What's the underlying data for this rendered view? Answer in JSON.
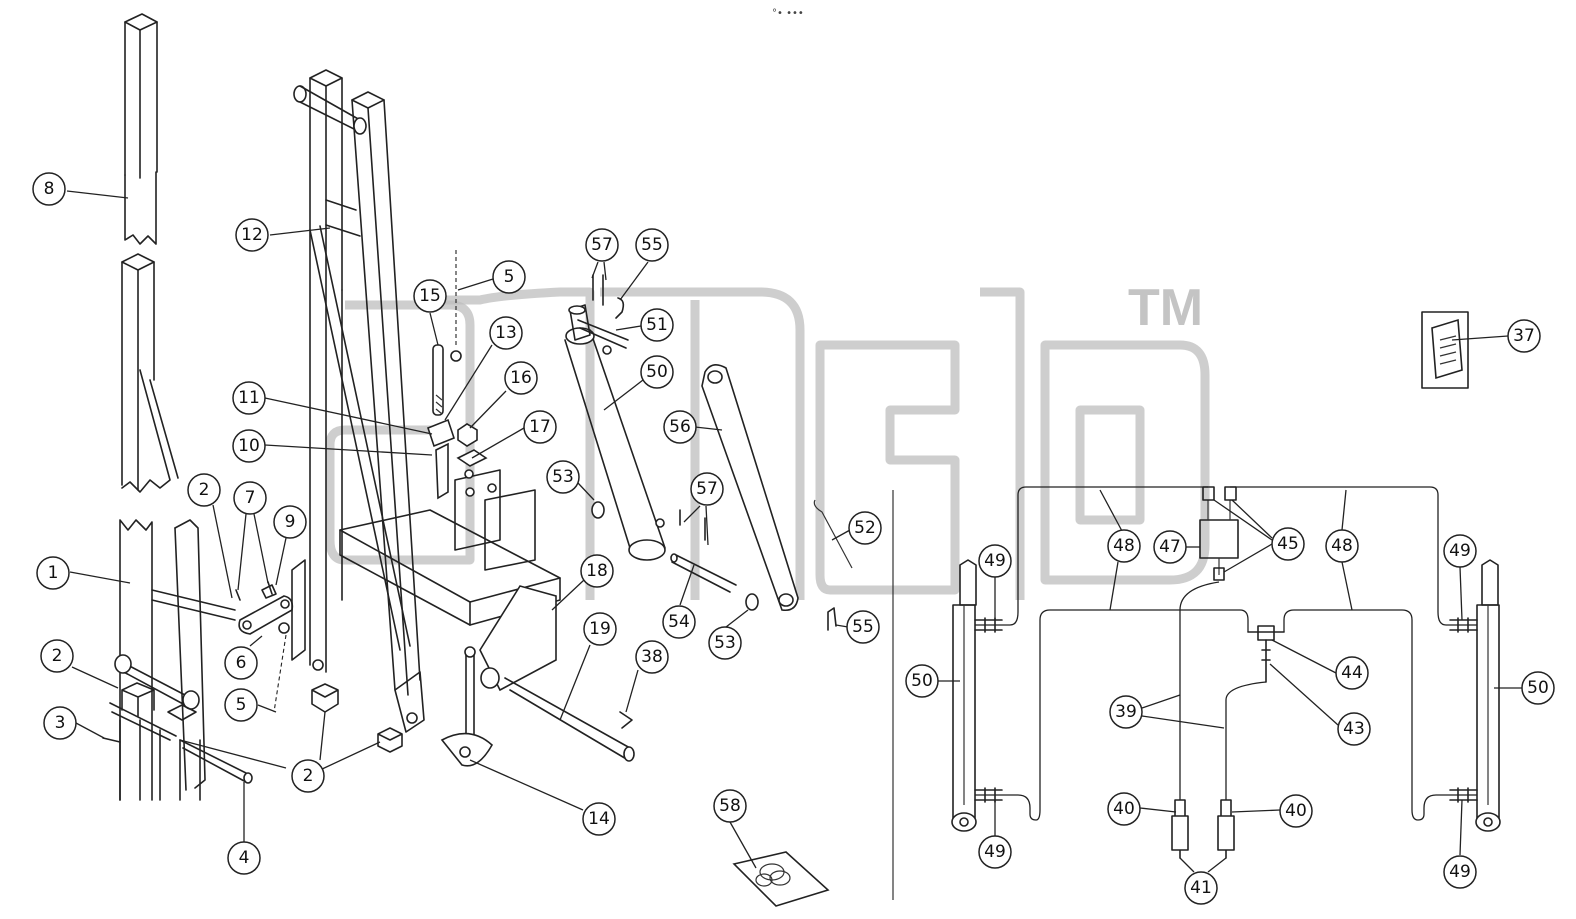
{
  "header_mark": "°• •••",
  "watermark": {
    "letters": "amcb",
    "trademark": "TM"
  },
  "callouts": [
    {
      "label": "8"
    },
    {
      "label": "12"
    },
    {
      "label": "15"
    },
    {
      "label": "5"
    },
    {
      "label": "13"
    },
    {
      "label": "11"
    },
    {
      "label": "16"
    },
    {
      "label": "10"
    },
    {
      "label": "17"
    },
    {
      "label": "2"
    },
    {
      "label": "7"
    },
    {
      "label": "9"
    },
    {
      "label": "1"
    },
    {
      "label": "2"
    },
    {
      "label": "6"
    },
    {
      "label": "3"
    },
    {
      "label": "5"
    },
    {
      "label": "2"
    },
    {
      "label": "4"
    },
    {
      "label": "57"
    },
    {
      "label": "55"
    },
    {
      "label": "51"
    },
    {
      "label": "50"
    },
    {
      "label": "56"
    },
    {
      "label": "53"
    },
    {
      "label": "57"
    },
    {
      "label": "18"
    },
    {
      "label": "54"
    },
    {
      "label": "53"
    },
    {
      "label": "19"
    },
    {
      "label": "38"
    },
    {
      "label": "14"
    },
    {
      "label": "52"
    },
    {
      "label": "55"
    },
    {
      "label": "58"
    },
    {
      "label": "37"
    },
    {
      "label": "49"
    },
    {
      "label": "48"
    },
    {
      "label": "47"
    },
    {
      "label": "45"
    },
    {
      "label": "48"
    },
    {
      "label": "49"
    },
    {
      "label": "50"
    },
    {
      "label": "44"
    },
    {
      "label": "50"
    },
    {
      "label": "39"
    },
    {
      "label": "43"
    },
    {
      "label": "40"
    },
    {
      "label": "40"
    },
    {
      "label": "49"
    },
    {
      "label": "41"
    },
    {
      "label": "49"
    }
  ]
}
